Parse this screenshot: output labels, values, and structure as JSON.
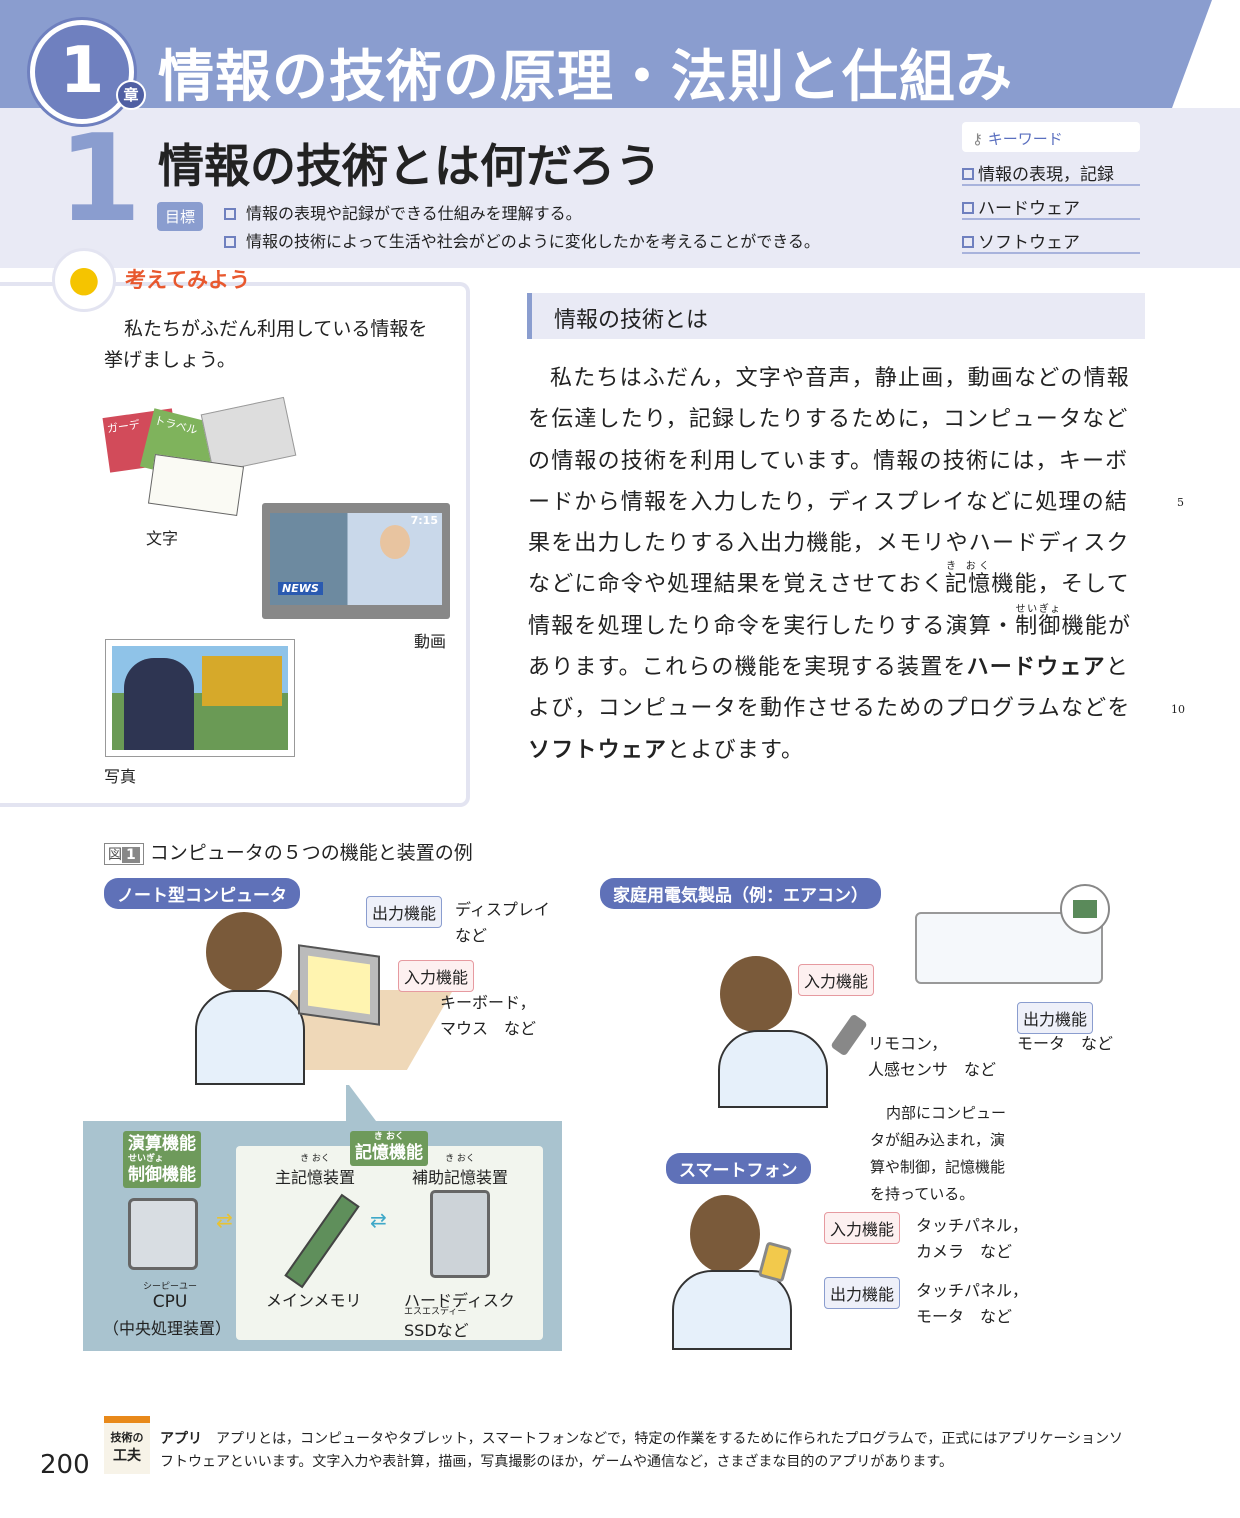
{
  "chapter": {
    "number": "1",
    "suffix": "章",
    "title": "情報の技術の原理・法則と仕組み"
  },
  "section": {
    "number": "1",
    "title": "情報の技術とは何だろう"
  },
  "goals": {
    "label": "目標",
    "items": [
      "情報の表現や記録ができる仕組みを理解する。",
      "情報の技術によって生活や社会がどのように変化したかを考えることができる。"
    ]
  },
  "keywords": {
    "label": "キーワード",
    "items": [
      "情報の表現，記録",
      "ハードウェア",
      "ソフトウェア"
    ]
  },
  "think": {
    "label": "考えてみよう",
    "text": "私たちがふだん利用している情報を挙げましょう。",
    "captions": {
      "text": "文字",
      "video": "動画",
      "photo": "写真"
    },
    "tv_time": "7:15",
    "tv_news": "NEWS",
    "mag1": "ガーデ",
    "mag2": "トラベル"
  },
  "main": {
    "heading": "情報の技術とは",
    "p1": "私たちはふだん，文字や音声，静止画，動画などの情報を伝達したり，記録したりするために，コンピュータなどの情報の技術を利用しています。情報の技術には，キーボードから情報を入力したり，ディスプレイなどに処理の結果を出力したりする入出力機能，メモリやハードディスクなどに命令や処理結果を覚えさせておく",
    "kioku": "記憶",
    "kioku_ruby": "き おく",
    "p2": "機能，そして情報を処理したり命令を実行したりする演算・",
    "seigyo": "制御",
    "seigyo_ruby": "せいぎょ",
    "p3": "機能があります。これらの機能を実現する装置を",
    "hw": "ハードウェア",
    "p4": "とよび，コンピュータを動作させるためのプログラムなどを",
    "sw": "ソフトウェア",
    "p5": "とよびます。",
    "line_numbers": [
      "5",
      "10"
    ]
  },
  "figure": {
    "label": "図",
    "number": "1",
    "title": "コンピュータの５つの機能と装置の例",
    "notebook": {
      "label": "ノート型コンピュータ",
      "output": "出力機能",
      "output_desc": [
        "ディスプレイ",
        "など"
      ],
      "input": "入力機能",
      "input_desc": [
        "キーボード，",
        "マウス　など"
      ],
      "calc": "演算機能",
      "ctrl_ruby": "せいぎょ",
      "ctrl": "制御機能",
      "mem_ruby": "き おく",
      "mem": "記憶機能",
      "main_mem_ruby": "き おく",
      "main_mem": "主記憶装置",
      "aux_mem_ruby": "き おく",
      "aux_mem": "補助記憶装置",
      "cpu_ruby": "シーピーユー",
      "cpu": "CPU",
      "cpu_desc": "（中央処理装置）",
      "ram": "メインメモリ",
      "hdd": "ハードディスク",
      "ssd_ruby": "エスエスディー",
      "ssd": "SSDなど"
    },
    "aircon": {
      "label": "家庭用電気製品（例：エアコン）",
      "input": "入力機能",
      "input_desc": [
        "リモコン，",
        "人感センサ　など"
      ],
      "output": "出力機能",
      "output_desc": "モータ　など",
      "note": [
        "内部にコンピュー",
        "タが組み込まれ，演",
        "算や制御，記憶機能",
        "を持っている。"
      ]
    },
    "phone": {
      "label": "スマートフォン",
      "input": "入力機能",
      "input_desc": [
        "タッチパネル，",
        "カメラ　など"
      ],
      "output": "出力機能",
      "output_desc": [
        "タッチパネル，",
        "モータ　など"
      ]
    }
  },
  "footer": {
    "badge": [
      "技術の",
      "工夫"
    ],
    "term": "アプリ",
    "note": "アプリとは，コンピュータやタブレット，スマートフォンなどで，特定の作業をするために作られたプログラムで，正式にはアプリケーションソフトウェアといいます。文字入力や表計算，描画，写真撮影のほか，ゲームや通信など，さまざまな目的のアプリがあります。",
    "page": "200"
  }
}
